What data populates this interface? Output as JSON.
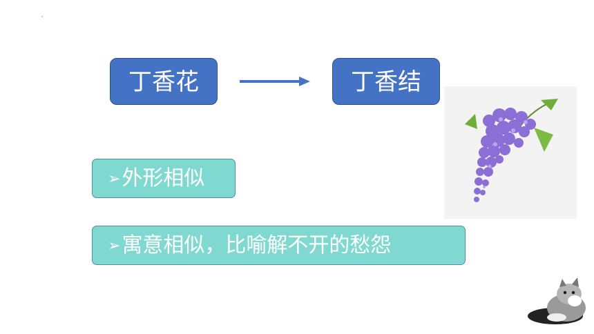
{
  "slide": {
    "term_left": "丁香花",
    "term_right": "丁香结",
    "points": [
      {
        "bullet": "➢",
        "text": "外形相似"
      },
      {
        "bullet": "➢",
        "text": "寓意相似，比喻解不开的愁怨"
      }
    ]
  },
  "colors": {
    "term_box": "#4472c4",
    "point_box": "#7fd9d1",
    "arrow": "#4472c4"
  },
  "images": {
    "flower": "lilac-flower-illustration",
    "cat": "cat-illustration"
  }
}
